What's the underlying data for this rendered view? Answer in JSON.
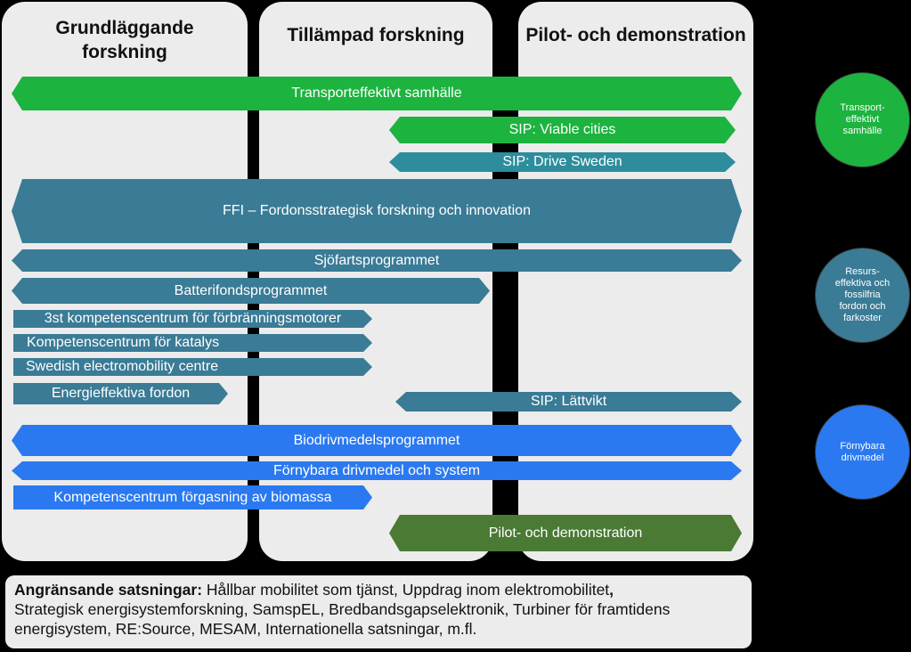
{
  "columns": {
    "basic": "Grundläggande\nforskning",
    "applied": "Tillämpad forskning",
    "pilot": "Pilot- och demonstration"
  },
  "bars": {
    "transport": "Transporteffektivt samhälle",
    "viable": "SIP: Viable cities",
    "drive": "SIP: Drive Sweden",
    "ffi": "FFI – Fordonsstrategisk forskning och innovation",
    "sjofart": "Sjöfartsprogrammet",
    "batteri": "Batterifondsprogrammet",
    "kc3": "3st kompetenscentrum för förbränningsmotorer",
    "katalys": "Kompetenscentrum för katalys",
    "swedish": "Swedish electromobility centre",
    "energi": "Energieffektiva fordon",
    "lattvikt": "SIP: Lättvikt",
    "biodriv": "Biodrivmedelsprogrammet",
    "fornybara": "Förnybara drivmedel och system",
    "forgasning": "Kompetenscentrum förgasning av biomassa",
    "pilot": "Pilot- och demonstration"
  },
  "circles": {
    "transport": "Transport-\neffektivt\nsamhälle",
    "resurs": "Resurs-\neffektiva och\nfossilfria\nfordon och\nfarkoster",
    "fornybara": "Förnybara\ndrivmedel"
  },
  "footer": {
    "label": "Angränsande satsningar:",
    "text1": " Hållbar mobilitet som tjänst, Uppdrag inom elektromobilitet",
    "comma": ",",
    "text2": "Strategisk energisystemforskning, SamspEL, Bredbandsgapselektronik, Turbiner för framtidens energisystem, RE:Source, MESAM, Internationella satsningar, m.fl."
  },
  "colors": {
    "green": "#1db33f",
    "teal": "#2d8d9c",
    "steel": "#3a7b96",
    "blue": "#2a79f1",
    "olive": "#4a7a34",
    "column_bg": "#ececec",
    "background": "#000000"
  }
}
